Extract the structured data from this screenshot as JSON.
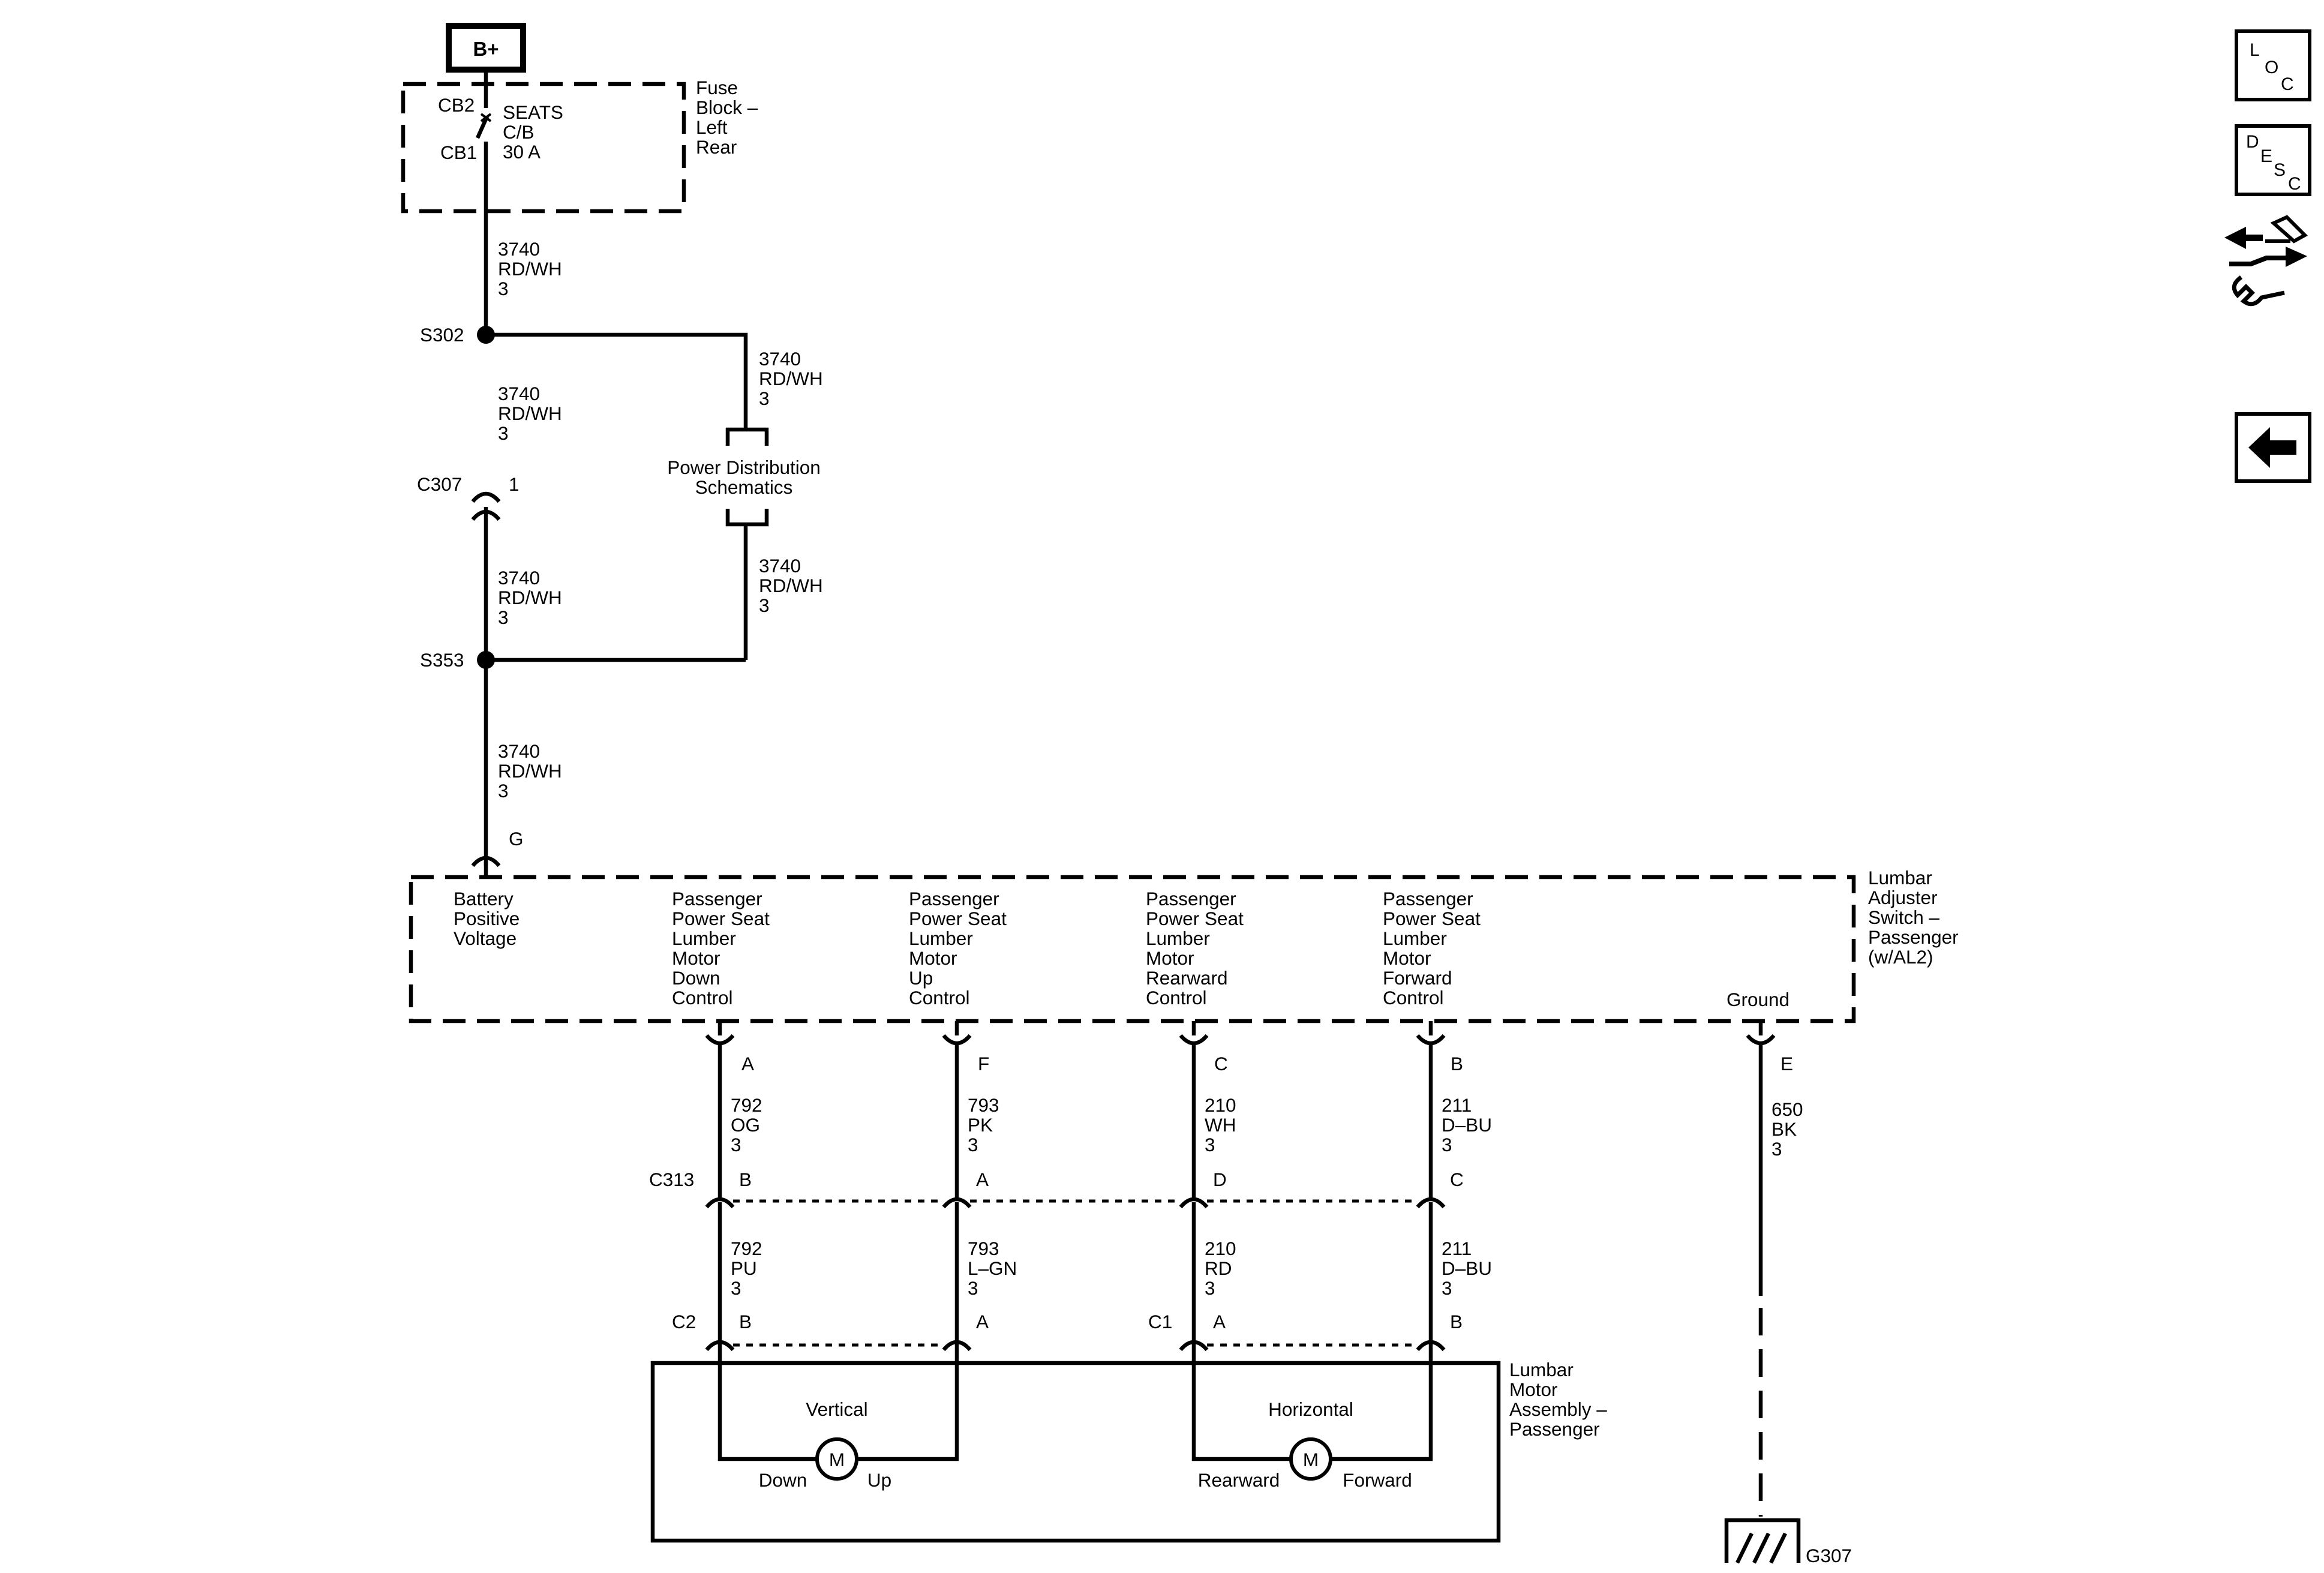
{
  "power": {
    "source": "B+",
    "cb_top": "CB2",
    "cb_bottom": "CB1",
    "breaker": [
      "SEATS",
      "C/B",
      "30 A"
    ],
    "fuse_block": [
      "Fuse",
      "Block –",
      "Left",
      "Rear"
    ]
  },
  "wires": {
    "w1": [
      "3740",
      "RD/WH",
      "3"
    ],
    "w2": [
      "3740",
      "RD/WH",
      "3"
    ],
    "w3": [
      "3740",
      "RD/WH",
      "3"
    ],
    "w4": [
      "3740",
      "RD/WH",
      "3"
    ],
    "w5": [
      "3740",
      "RD/WH",
      "3"
    ],
    "w6": [
      "3740",
      "RD/WH",
      "3"
    ],
    "a_up": [
      "792",
      "OG",
      "3"
    ],
    "f_up": [
      "793",
      "PK",
      "3"
    ],
    "c_up": [
      "210",
      "WH",
      "3"
    ],
    "b_up": [
      "211",
      "D–BU",
      "3"
    ],
    "gnd": [
      "650",
      "BK",
      "3"
    ],
    "a_lo": [
      "792",
      "PU",
      "3"
    ],
    "f_lo": [
      "793",
      "L–GN",
      "3"
    ],
    "c_lo": [
      "210",
      "RD",
      "3"
    ],
    "b_lo": [
      "211",
      "D–BU",
      "3"
    ]
  },
  "splices": {
    "s302": "S302",
    "s353": "S353"
  },
  "connectors": {
    "c307": "C307",
    "c307_pin": "1",
    "g": "G",
    "switch_pins": [
      "A",
      "F",
      "C",
      "B",
      "E"
    ],
    "c313": "C313",
    "c313_pins": [
      "B",
      "A",
      "D",
      "C"
    ],
    "c2": "C2",
    "c2_pins": [
      "B",
      "A"
    ],
    "c1": "C1",
    "c1_pins": [
      "A",
      "B"
    ]
  },
  "pds": [
    "Power Distribution",
    "Schematics"
  ],
  "switch": {
    "name": [
      "Lumbar",
      "Adjuster",
      "Switch –",
      "Passenger",
      "(w/AL2)"
    ],
    "battery": [
      "Battery",
      "Positive",
      "Voltage"
    ],
    "down": [
      "Passenger",
      "Power Seat",
      "Lumber",
      "Motor",
      "Down",
      "Control"
    ],
    "up": [
      "Passenger",
      "Power Seat",
      "Lumber",
      "Motor",
      "Up",
      "Control"
    ],
    "rearward": [
      "Passenger",
      "Power Seat",
      "Lumber",
      "Motor",
      "Rearward",
      "Control"
    ],
    "forward": [
      "Passenger",
      "Power Seat",
      "Lumber",
      "Motor",
      "Forward",
      "Control"
    ],
    "ground": "Ground"
  },
  "motor_assembly": {
    "name": [
      "Lumbar",
      "Motor",
      "Assembly –",
      "Passenger"
    ],
    "vertical": "Vertical",
    "horizontal": "Horizontal",
    "motor_symbol": "M",
    "down": "Down",
    "up": "Up",
    "rearward": "Rearward",
    "forward": "Forward"
  },
  "ground": {
    "label": "G307"
  },
  "nav": {
    "loc": [
      "L",
      "O",
      "C"
    ],
    "desc": [
      "D",
      "E",
      "S",
      "C"
    ],
    "back_arrow": "back-arrow-icon",
    "connector_icon": "connector-tool-icon"
  }
}
